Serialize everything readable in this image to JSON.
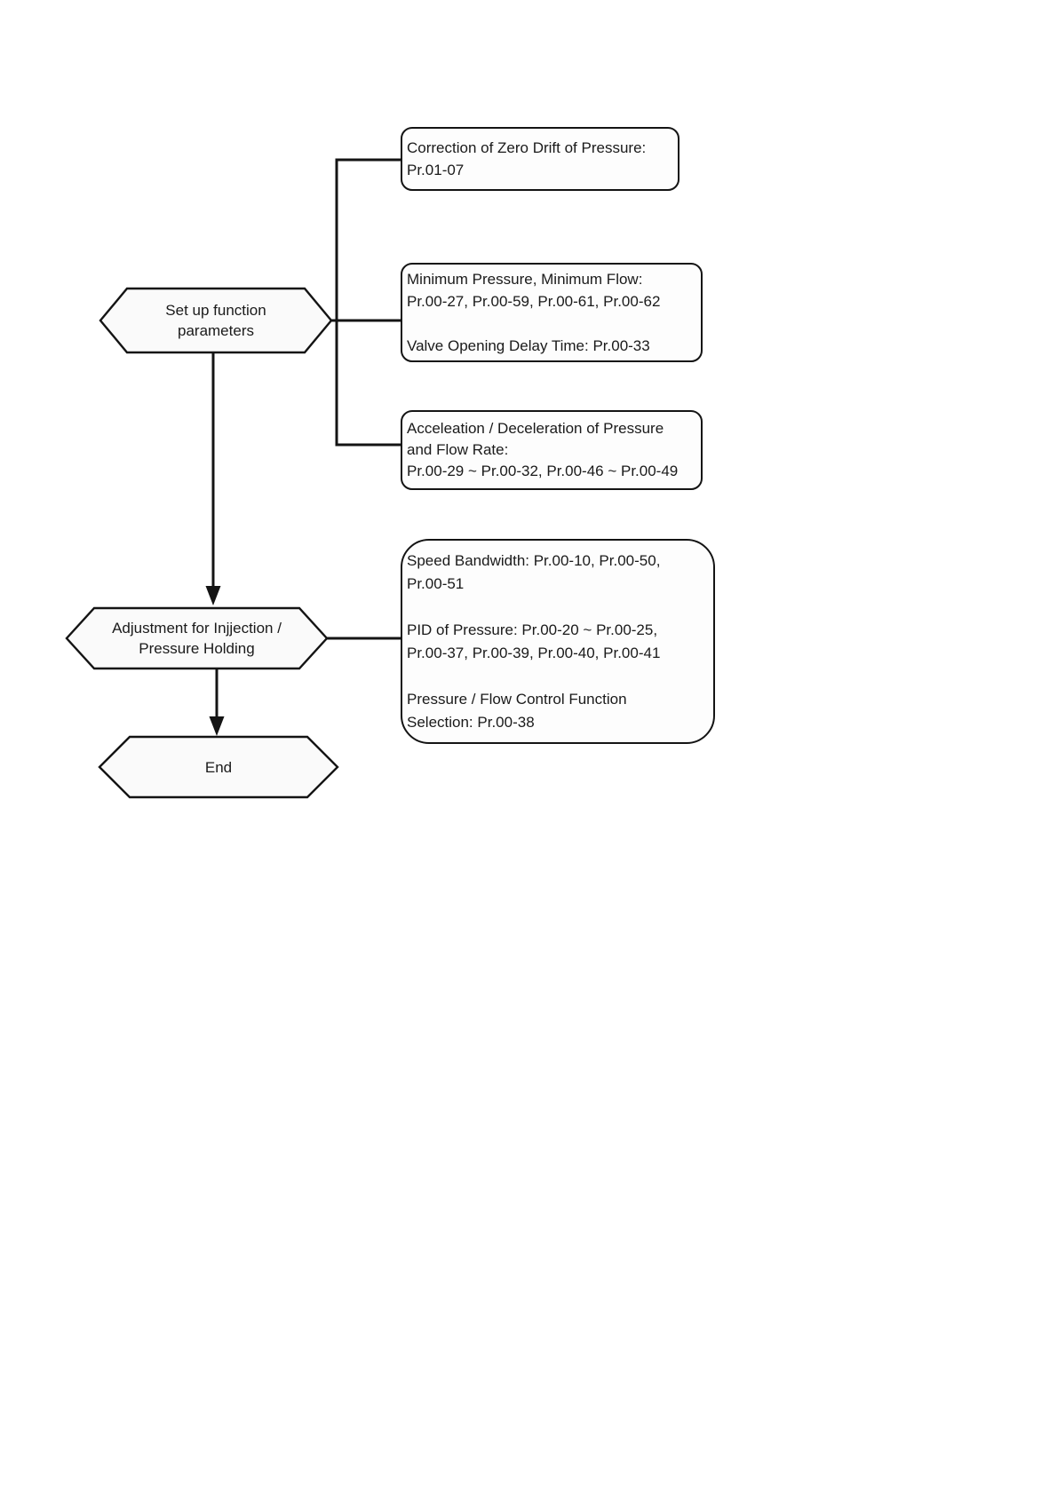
{
  "diagram": {
    "nodes": {
      "correction": {
        "text": "Correction of Zero Drift of Pressure:\nPr.01-07"
      },
      "setup": {
        "text": "Set up function\nparameters"
      },
      "minimum": {
        "text": "Minimum Pressure, Minimum Flow:\nPr.00-27, Pr.00-59, Pr.00-61, Pr.00-62\n\nValve Opening Delay Time: Pr.00-33"
      },
      "accel": {
        "text": "Acceleation / Deceleration of Pressure\nand Flow Rate:\nPr.00-29 ~ Pr.00-32, Pr.00-46 ~ Pr.00-49"
      },
      "adjustment": {
        "text": "Adjustment for Injjection /\nPressure Holding"
      },
      "speed": {
        "text": "Speed Bandwidth: Pr.00-10, Pr.00-50,\nPr.00-51\n\nPID of Pressure: Pr.00-20 ~ Pr.00-25,\nPr.00-37, Pr.00-39, Pr.00-40, Pr.00-41\n\nPressure / Flow Control Function\nSelection: Pr.00-38"
      },
      "end": {
        "text": "End"
      }
    },
    "colors": {
      "stroke": "#141414",
      "text": "#1a1a1a",
      "box_fill": "#fdfdfd",
      "hex_fill": "#fafafa",
      "page_bg": "#ffffff"
    }
  }
}
